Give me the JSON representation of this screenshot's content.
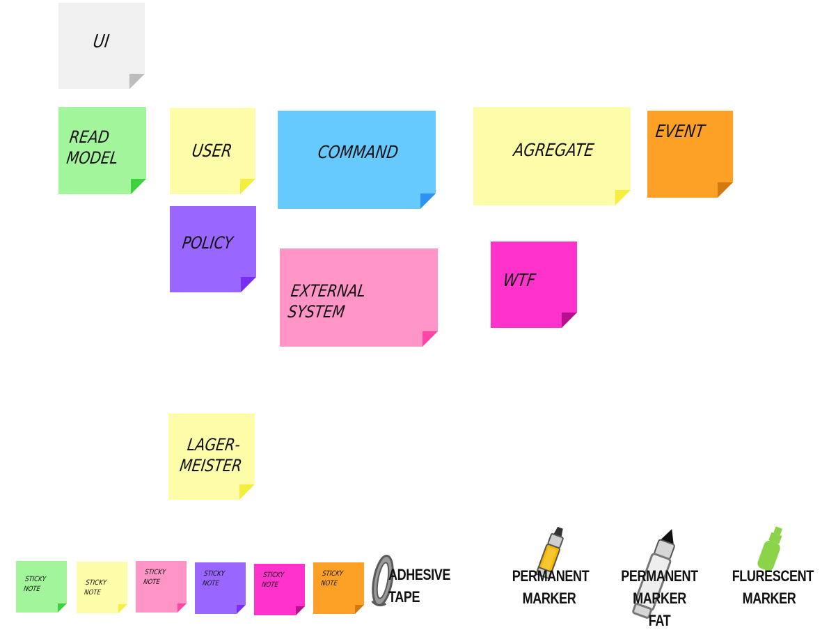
{
  "board": {
    "notes": {
      "ui": {
        "label": "UI",
        "color": "#f0f0f0",
        "curl": "#bdbdbd"
      },
      "read_model": {
        "label": "READ\nMODEL",
        "color": "#a3f59b",
        "curl": "#3ed13e"
      },
      "user": {
        "label": "USER",
        "color": "#fdfca8",
        "curl": "#f4ef3e"
      },
      "command": {
        "label": "COMMAND",
        "color": "#66caff",
        "curl": "#2e93f0"
      },
      "agregate": {
        "label": "AGREGATE",
        "color": "#fdfca8",
        "curl": "#f4ef3e"
      },
      "event": {
        "label": "EVENT",
        "color": "#fca126",
        "curl": "#d27a10"
      },
      "policy": {
        "label": "POLICY",
        "color": "#9966ff",
        "curl": "#7a2ef0"
      },
      "external_system": {
        "label": "EXTERNAL SYSTEM",
        "color": "#ff94c6",
        "curl": "#ff45a8"
      },
      "wtf": {
        "label": "WTF",
        "color": "#ff33cc",
        "curl": "#b5108e"
      },
      "lagermeister": {
        "label": "LAGER-\nMEISTER",
        "color": "#fdfca8",
        "curl": "#f4ef3e"
      }
    }
  },
  "palette": {
    "sticky_notes": [
      {
        "label": "STICKY\nNOTE",
        "color": "#a3f59b",
        "curl": "#3ed13e"
      },
      {
        "label": "STICKY\nNOTE",
        "color": "#fdfca8",
        "curl": "#f4ef3e"
      },
      {
        "label": "STICKY\nNOTE",
        "color": "#ff94c6",
        "curl": "#ff45a8"
      },
      {
        "label": "STICKY\nNOTE",
        "color": "#9966ff",
        "curl": "#7a2ef0"
      },
      {
        "label": "STICKY\nNOTE",
        "color": "#ff33cc",
        "curl": "#b5108e"
      },
      {
        "label": "STICKY\nNOTE",
        "color": "#fca126",
        "curl": "#d27a10"
      }
    ],
    "tools": {
      "adhesive_tape": {
        "label": "ADHESIVE\nTAPE",
        "icon": "adhesive-tape-icon"
      },
      "permanent_marker": {
        "label": "PERMANENT\nMARKER",
        "icon": "permanent-marker-icon",
        "color": "#f5b800"
      },
      "permanent_marker_fat": {
        "label": "PERMANENT\nMARKER FAT",
        "icon": "permanent-marker-fat-icon",
        "color": "#111111"
      },
      "flurescent_marker": {
        "label": "FLURESCENT\nMARKER",
        "icon": "flurescent-marker-icon",
        "color": "#8bd44a"
      }
    }
  }
}
